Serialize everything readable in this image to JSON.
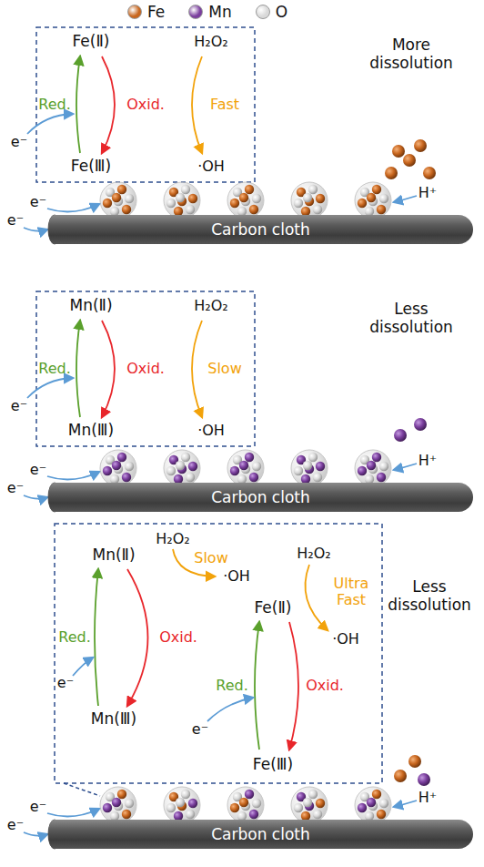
{
  "diagram": {
    "nodes": [
      {
        "text": [
          "Carbon cloth"
        ]
      },
      {
        "text": [
          "Carbon cloth"
        ]
      },
      {
        "text": [
          "Carbon cloth"
        ]
      }
    ],
    "labels": [
      "Fe(Ⅱ)",
      "H₂O₂",
      "Red.",
      "Oxid.",
      "Fast",
      "Fe(Ⅲ)",
      "·OH",
      "e⁻",
      "More dissolution",
      "H⁺",
      "e⁻",
      "e⁻",
      "Mn(Ⅱ)",
      "H₂O₂",
      "Red.",
      "Oxid.",
      "Slow",
      "Mn(Ⅲ)",
      "·OH",
      "e⁻",
      "Less dissolution",
      "H⁺",
      "e⁻",
      "e⁻",
      "H₂O₂",
      "Mn(Ⅱ)",
      "Slow",
      "·OH",
      "H₂O₂",
      "Ultra Fast",
      "·OH",
      "Red.",
      "Oxid.",
      "Fe(Ⅱ)",
      "Mn(Ⅲ)",
      "Red.",
      "e⁻",
      "Oxid.",
      "e⁻",
      "Fe(Ⅲ)",
      "Less dissolution",
      "H⁺",
      "e⁻",
      "e⁻"
    ],
    "legend": [
      {
        "text": "Fe",
        "color": "#c8661e"
      },
      {
        "text": "Mn",
        "color": "#7b3f9e"
      },
      {
        "text": "O",
        "color": "#d9d9d9"
      }
    ]
  }
}
